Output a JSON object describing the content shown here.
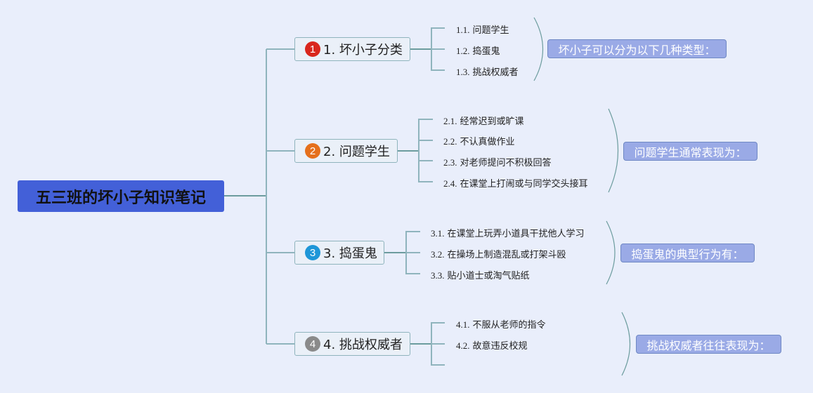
{
  "root": {
    "title": "五三班的坏小子知识笔记"
  },
  "colors": {
    "background": "#e9eefb",
    "root_fill": "#4360d8",
    "connector": "#8fb4bd",
    "summary_fill": "#9aaae6"
  },
  "branches": [
    {
      "marker": "1",
      "marker_color": "#d9261c",
      "marker_icon": "priority-1-icon",
      "label": "1. 坏小子分类",
      "children": [
        {
          "num": "1.1.",
          "text": "问题学生"
        },
        {
          "num": "1.2.",
          "text": "捣蛋鬼"
        },
        {
          "num": "1.3.",
          "text": "挑战权威者"
        }
      ],
      "summary": "坏小子可以分为以下几种类型："
    },
    {
      "marker": "2",
      "marker_color": "#e5701c",
      "marker_icon": "priority-2-icon",
      "label": "2. 问题学生",
      "children": [
        {
          "num": "2.1.",
          "text": "经常迟到或旷课"
        },
        {
          "num": "2.2.",
          "text": "不认真做作业"
        },
        {
          "num": "2.3.",
          "text": "对老师提问不积极回答"
        },
        {
          "num": "2.4.",
          "text": "在课堂上打闹或与同学交头接耳"
        }
      ],
      "summary": "问题学生通常表现为："
    },
    {
      "marker": "3",
      "marker_color": "#1e96d8",
      "marker_icon": "priority-3-icon",
      "label": "3. 捣蛋鬼",
      "children": [
        {
          "num": "3.1.",
          "text": "在课堂上玩弄小道具干扰他人学习"
        },
        {
          "num": "3.2.",
          "text": "在操场上制造混乱或打架斗殴"
        },
        {
          "num": "3.3.",
          "text": "贴小道士或淘气贴纸"
        }
      ],
      "summary": "捣蛋鬼的典型行为有："
    },
    {
      "marker": "4",
      "marker_color": "#8a8a8a",
      "marker_icon": "priority-4-icon",
      "label": "4. 挑战权威者",
      "children": [
        {
          "num": "4.1.",
          "text": "不服从老师的指令"
        },
        {
          "num": "4.2.",
          "text": "故意违反校规"
        }
      ],
      "summary": "挑战权威者往往表现为："
    }
  ]
}
